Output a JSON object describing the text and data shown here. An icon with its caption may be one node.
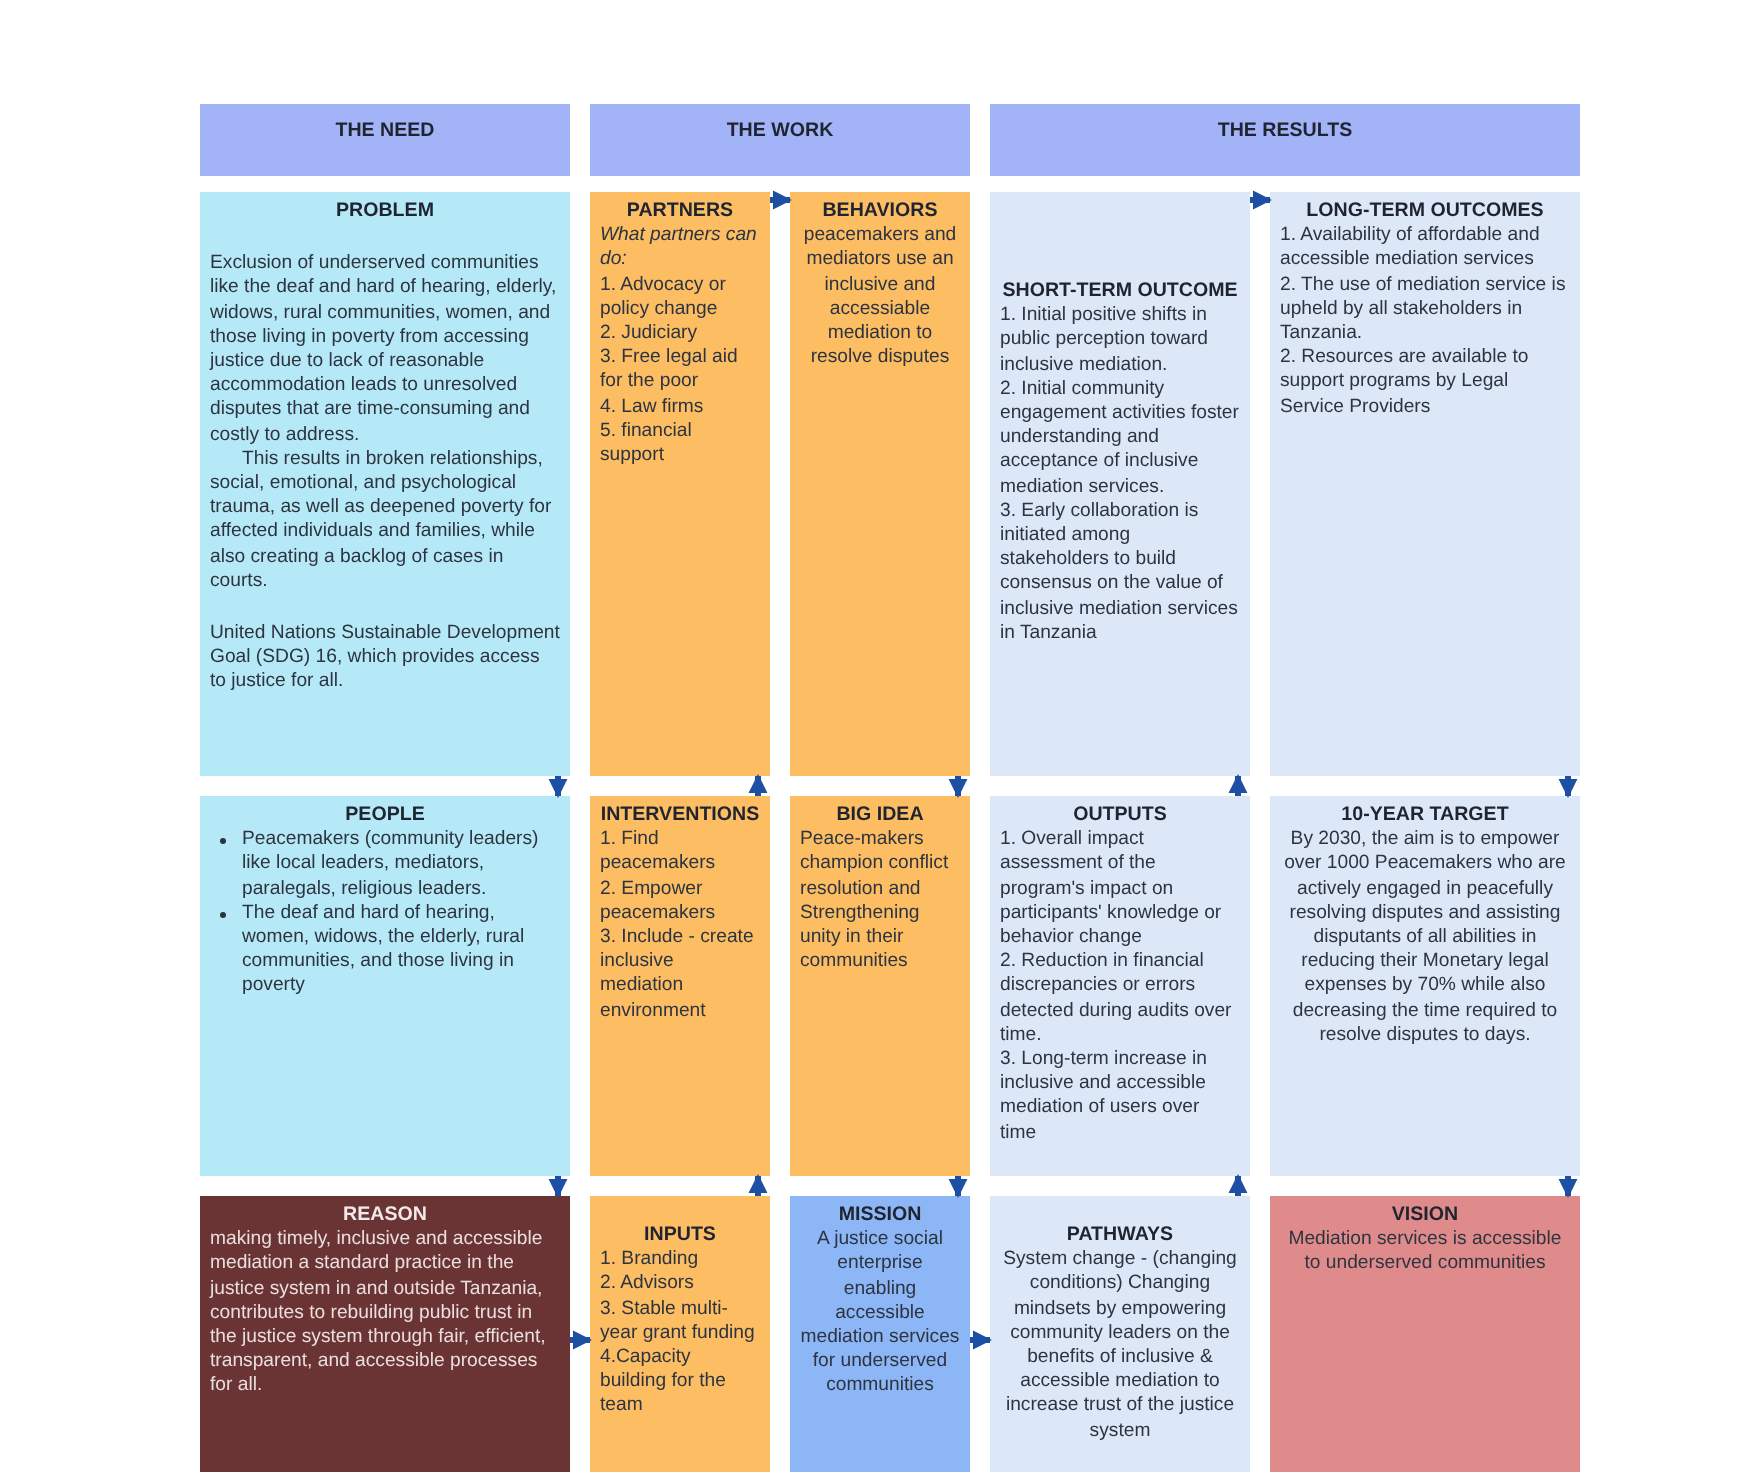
{
  "diagram": {
    "nodes": [
      {
        "text": [
          "THE NEED"
        ]
      },
      {
        "text": [
          "THE WORK"
        ]
      },
      {
        "text": [
          "THE RESULTS"
        ]
      },
      {
        "text": [
          "PROBLEM",
          "Exclusion of underserved communities like the deaf and hard of hearing, elderly, widows, rural communities, women, and those living in poverty from accessing justice due to lack of reasonable accommodation leads to unresolved disputes that are time-consuming and costly to address.",
          "This results in broken relationships, social, emotional, and psychological trauma, as well as deepened poverty for affected individuals and families, while also creating a backlog of cases in courts.",
          "United Nations Sustainable Development Goal (SDG) 16, which provides access to justice for all."
        ]
      },
      {
        "text": [
          "PARTNERS",
          "What partners can do:",
          "1. Advocacy or policy change",
          "2. Judiciary",
          "3. Free legal aid for the poor",
          "4. Law firms",
          "5. financial support"
        ]
      },
      {
        "text": [
          "BEHAVIORS",
          "peacemakers and mediators use an inclusive and accessiable mediation to resolve disputes"
        ]
      },
      {
        "text": [
          "SHORT-TERM OUTCOME",
          "1. Initial positive shifts in public perception toward inclusive mediation.",
          "2. Initial community engagement activities foster understanding and acceptance of inclusive mediation services.",
          "3. Early collaboration is initiated among stakeholders to build consensus on the value of inclusive mediation services in Tanzania"
        ]
      },
      {
        "text": [
          "LONG-TERM OUTCOMES",
          "1. Availability of affordable and accessible mediation services",
          "2. The use of mediation service is upheld by all stakeholders in Tanzania.",
          "2. Resources are available to support programs by Legal Service Providers"
        ]
      },
      {
        "text": [
          "PEOPLE",
          "Peacemakers (community leaders) like local leaders, mediators, paralegals, religious leaders.",
          "The deaf and hard of hearing, women, widows, the elderly, rural communities, and those living in poverty"
        ]
      },
      {
        "text": [
          "INTERVENTIONS",
          "1. Find peacemakers",
          "2. Empower peacemakers",
          "3. Include - create inclusive mediation environment"
        ]
      },
      {
        "text": [
          "BIG IDEA",
          "Peace-makers champion conflict resolution and Strengthening unity in their communities"
        ]
      },
      {
        "text": [
          "OUTPUTS",
          "1. Overall impact assessment of the program's impact on participants' knowledge or behavior change",
          "2. Reduction in financial discrepancies or errors detected during audits over time.",
          "3. Long-term increase in inclusive and accessible mediation of users over time"
        ]
      },
      {
        "text": [
          "10-YEAR TARGET",
          "By 2030, the aim is to empower over 1000 Peacemakers who are actively engaged in peacefully resolving disputes and assisting disputants of all abilities in reducing their Monetary legal expenses by 70% while also decreasing the time required to resolve disputes to days."
        ]
      },
      {
        "text": [
          "REASON",
          "making timely, inclusive and accessible mediation a standard practice in the justice system in and outside Tanzania, contributes to rebuilding public trust in the justice system through fair, efficient, transparent, and accessible processes for all."
        ]
      },
      {
        "text": [
          "INPUTS",
          "1. Branding",
          "2. Advisors",
          "3. Stable multi-year grant funding",
          "4.Capacity building for the team"
        ]
      },
      {
        "text": [
          "MISSION",
          "A justice social enterprise enabling accessible mediation services for underserved communities"
        ]
      },
      {
        "text": [
          "PATHWAYS",
          "System change - (changing conditions) Changing mindsets by empowering community leaders on the benefits of inclusive & accessible mediation to increase trust of the justice system"
        ]
      },
      {
        "text": [
          "VISION",
          "Mediation services is accessible to underserved communities"
        ]
      }
    ],
    "edges": [
      {
        "from": 3,
        "to": 8,
        "arrow": "to"
      },
      {
        "from": 8,
        "to": 13,
        "arrow": "to"
      },
      {
        "from": 13,
        "to": 14,
        "arrow": "to"
      },
      {
        "from": 14,
        "to": 9,
        "arrow": "to"
      },
      {
        "from": 9,
        "to": 4,
        "arrow": "to"
      },
      {
        "from": 4,
        "to": 5,
        "arrow": "to"
      },
      {
        "from": 5,
        "to": 10,
        "arrow": "to"
      },
      {
        "from": 10,
        "to": 15,
        "arrow": "to"
      },
      {
        "from": 15,
        "to": 16,
        "arrow": "to"
      },
      {
        "from": 16,
        "to": 11,
        "arrow": "to"
      },
      {
        "from": 11,
        "to": 6,
        "arrow": "to"
      },
      {
        "from": 6,
        "to": 7,
        "arrow": "to"
      },
      {
        "from": 7,
        "to": 12,
        "arrow": "to"
      },
      {
        "from": 12,
        "to": 17,
        "arrow": "to"
      }
    ]
  }
}
